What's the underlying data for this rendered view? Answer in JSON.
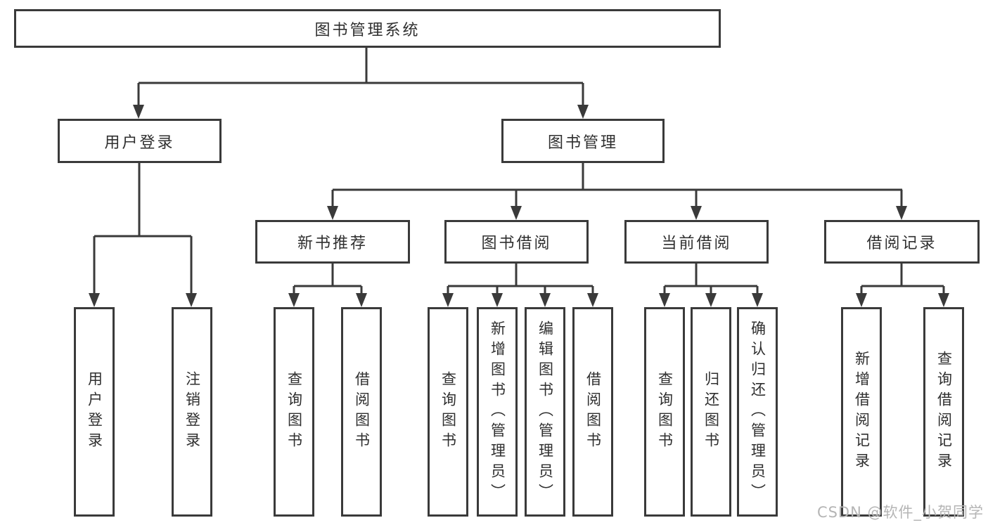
{
  "tree": {
    "root": "图书管理系统",
    "branches": [
      {
        "label": "用户登录",
        "children": [
          "用户登录",
          "注销登录"
        ]
      },
      {
        "label": "图书管理",
        "children": [
          {
            "label": "新书推荐",
            "children": [
              "查询图书",
              "借阅图书"
            ]
          },
          {
            "label": "图书借阅",
            "children": [
              "查询图书",
              "新增图书（管理员）",
              "编辑图书（管理员）",
              "借阅图书"
            ]
          },
          {
            "label": "当前借阅",
            "children": [
              "查询图书",
              "归还图书",
              "确认归还（管理员）"
            ]
          },
          {
            "label": "借阅记录",
            "children": [
              "新增借阅记录",
              "查询借阅记录"
            ]
          }
        ]
      }
    ]
  },
  "colors": {
    "line": "#3a3a3a",
    "text": "#2f2f2f",
    "watermark": "#b5b5b5"
  },
  "watermark": "CSDN @软件_小贺同学"
}
